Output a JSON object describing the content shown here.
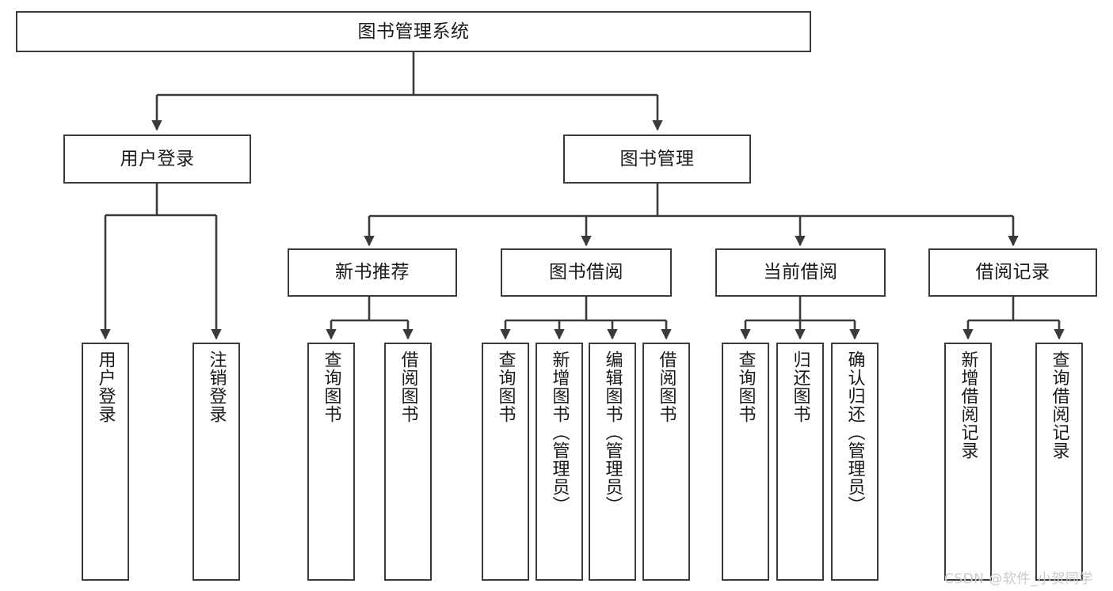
{
  "diagram": {
    "type": "tree-hierarchy",
    "root": {
      "id": "root",
      "label": "图书管理系统"
    },
    "level2": [
      {
        "id": "user-login",
        "label": "用户登录"
      },
      {
        "id": "book-manage",
        "label": "图书管理"
      }
    ],
    "level3": [
      {
        "id": "new-book-recommend",
        "label": "新书推荐",
        "parent": "book-manage"
      },
      {
        "id": "book-borrow",
        "label": "图书借阅",
        "parent": "book-manage"
      },
      {
        "id": "current-borrow",
        "label": "当前借阅",
        "parent": "book-manage"
      },
      {
        "id": "borrow-record",
        "label": "借阅记录",
        "parent": "book-manage"
      }
    ],
    "leaves": [
      {
        "id": "leaf-user-login",
        "label": "用户登录",
        "parent": "user-login"
      },
      {
        "id": "leaf-user-logout",
        "label": "注销登录",
        "parent": "user-login"
      },
      {
        "id": "leaf-query-book-1",
        "label": "查询图书",
        "parent": "new-book-recommend"
      },
      {
        "id": "leaf-borrow-book-1",
        "label": "借阅图书",
        "parent": "new-book-recommend"
      },
      {
        "id": "leaf-query-book-2",
        "label": "查询图书",
        "parent": "book-borrow"
      },
      {
        "id": "leaf-add-book",
        "label": "新增图书（管理员）",
        "parent": "book-borrow"
      },
      {
        "id": "leaf-edit-book",
        "label": "编辑图书（管理员）",
        "parent": "book-borrow"
      },
      {
        "id": "leaf-borrow-book-2",
        "label": "借阅图书",
        "parent": "book-borrow"
      },
      {
        "id": "leaf-query-book-3",
        "label": "查询图书",
        "parent": "current-borrow"
      },
      {
        "id": "leaf-return-book",
        "label": "归还图书",
        "parent": "current-borrow"
      },
      {
        "id": "leaf-confirm-return",
        "label": "确认归还（管理员）",
        "parent": "current-borrow"
      },
      {
        "id": "leaf-add-record",
        "label": "新增借阅记录",
        "parent": "borrow-record"
      },
      {
        "id": "leaf-query-record",
        "label": "查询借阅记录",
        "parent": "borrow-record"
      }
    ]
  },
  "watermark": {
    "text": "CSDN @软件_小贺同学"
  },
  "colors": {
    "box_border": "#3a3a3a",
    "box_fill": "#ffffff",
    "connector": "#3a3a3a",
    "text": "#1a1a1a",
    "watermark": "#c9c9c9",
    "background": "#ffffff"
  }
}
